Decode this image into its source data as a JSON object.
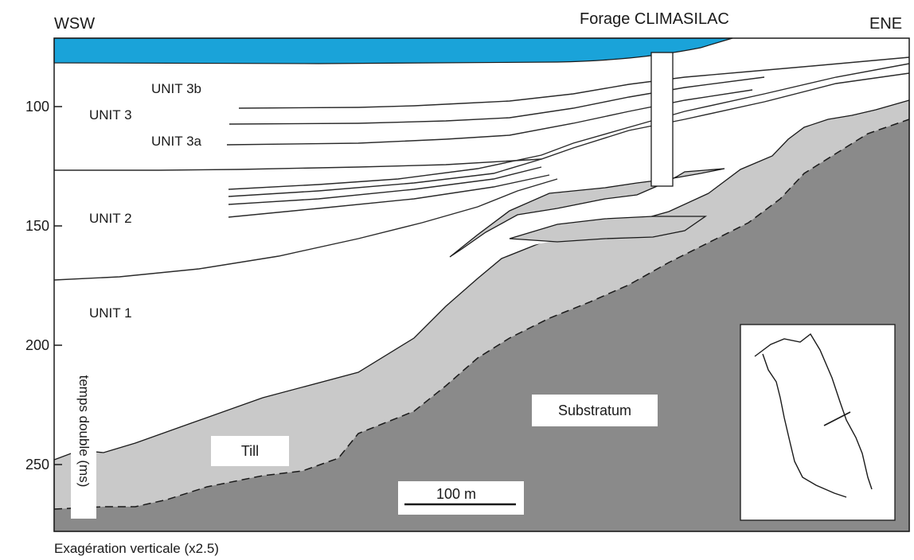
{
  "header": {
    "left_direction": "WSW",
    "right_direction": "ENE",
    "borehole_label": "Forage CLIMASILAC"
  },
  "y_axis": {
    "title": "temps double (ms)",
    "ticks": [
      "100",
      "150",
      "200",
      "250"
    ]
  },
  "units": {
    "unit_3b": "UNIT 3b",
    "unit_3": "UNIT 3",
    "unit_3a": "UNIT 3a",
    "unit_2": "UNIT 2",
    "unit_1": "UNIT 1"
  },
  "layers": {
    "till": "Till",
    "substratum": "Substratum"
  },
  "scale_bar": {
    "label": "100 m"
  },
  "footer": {
    "note": "Exagération verticale (x2.5)"
  },
  "colors": {
    "water": "#1aa3d9",
    "till": "#c9c9c9",
    "substratum": "#8a8a8a",
    "lines": "#2a2a2a"
  }
}
